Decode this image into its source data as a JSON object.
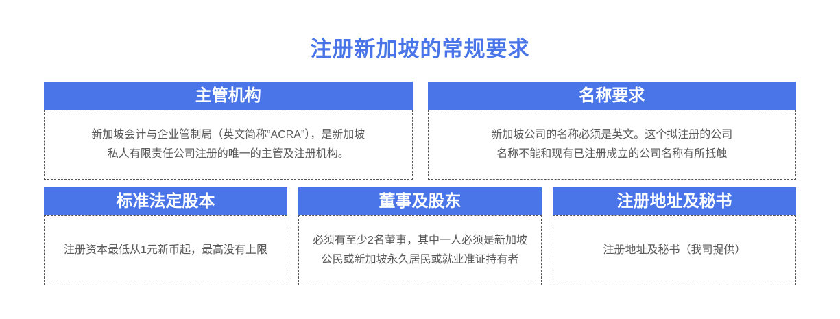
{
  "title": "注册新加坡的常规要求",
  "colors": {
    "accent_blue": "#4A75E8",
    "header_text": "#FFFFFF",
    "body_text": "#595959",
    "dashed_border": "#555555",
    "background": "#FFFFFF"
  },
  "cards": [
    {
      "title": "主管机构",
      "body": "新加坡会计与企业管制局（英文简称“ACRA”），是新加坡\n私人有限责任公司注册的唯一的主管及注册机构。"
    },
    {
      "title": "名称要求",
      "body": "新加坡公司的名称必须是英文。这个拟注册的公司\n名称不能和现有已注册成立的公司名称有所抵触"
    },
    {
      "title": "标准法定股本",
      "body": "注册资本最低从1元新币起，最高没有上限"
    },
    {
      "title": "董事及股东",
      "body": "必须有至少2名董事，其中一人必须是新加坡\n公民或新加坡永久居民或就业准证持有者"
    },
    {
      "title": "注册地址及秘书",
      "body": "注册地址及秘书（我司提供）"
    }
  ]
}
